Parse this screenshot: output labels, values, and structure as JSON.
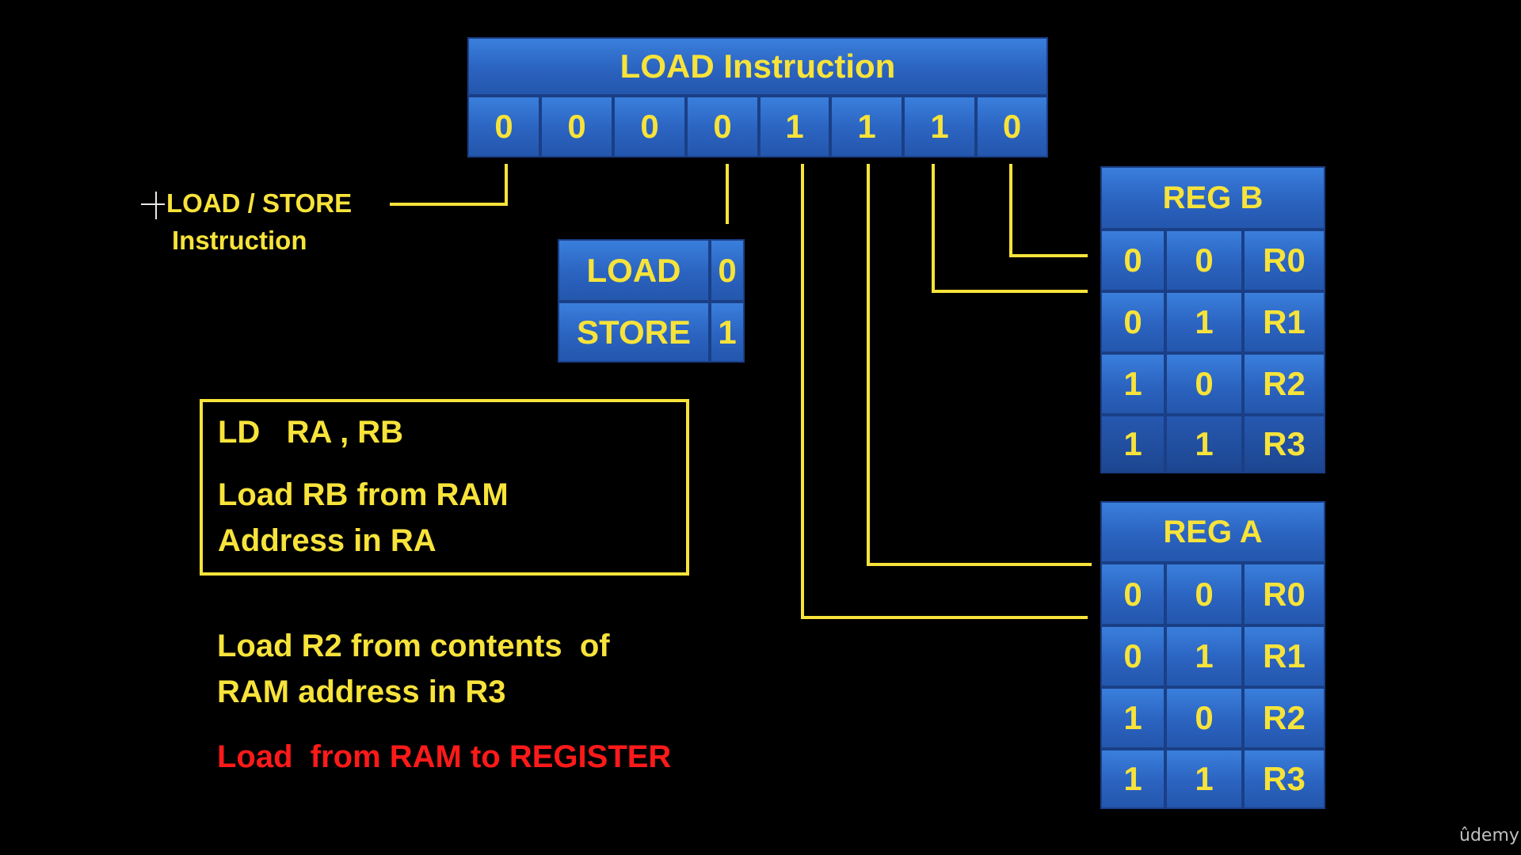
{
  "instruction": {
    "title": "LOAD Instruction",
    "bits": [
      "0",
      "0",
      "0",
      "0",
      "1",
      "1",
      "1",
      "0"
    ]
  },
  "load_store_label": {
    "line1": "LOAD / STORE",
    "line2": "Instruction"
  },
  "load_store_table": [
    {
      "name": "LOAD",
      "bit": "0"
    },
    {
      "name": "STORE",
      "bit": "1"
    }
  ],
  "reg_b": {
    "title": "REG B",
    "rows": [
      {
        "b1": "0",
        "b0": "0",
        "reg": "R0"
      },
      {
        "b1": "0",
        "b0": "1",
        "reg": "R1"
      },
      {
        "b1": "1",
        "b0": "0",
        "reg": "R2"
      },
      {
        "b1": "1",
        "b0": "1",
        "reg": "R3"
      }
    ]
  },
  "reg_a": {
    "title": "REG A",
    "rows": [
      {
        "b1": "0",
        "b0": "0",
        "reg": "R0"
      },
      {
        "b1": "0",
        "b0": "1",
        "reg": "R1"
      },
      {
        "b1": "1",
        "b0": "0",
        "reg": "R2"
      },
      {
        "b1": "1",
        "b0": "1",
        "reg": "R3"
      }
    ]
  },
  "note_box": {
    "line1": "LD   RA , RB",
    "line2": "Load RB from RAM",
    "line3": "Address in RA"
  },
  "explanation": {
    "line1": "Load R2 from contents  of",
    "line2": "RAM address in R3"
  },
  "summary": "Load  from RAM to REGISTER",
  "watermark": "ûdemy",
  "colors": {
    "background": "#000000",
    "box_blue": "#2f6fd0",
    "text_yellow": "#f7e33a",
    "summary_red": "#ff1a1a"
  }
}
